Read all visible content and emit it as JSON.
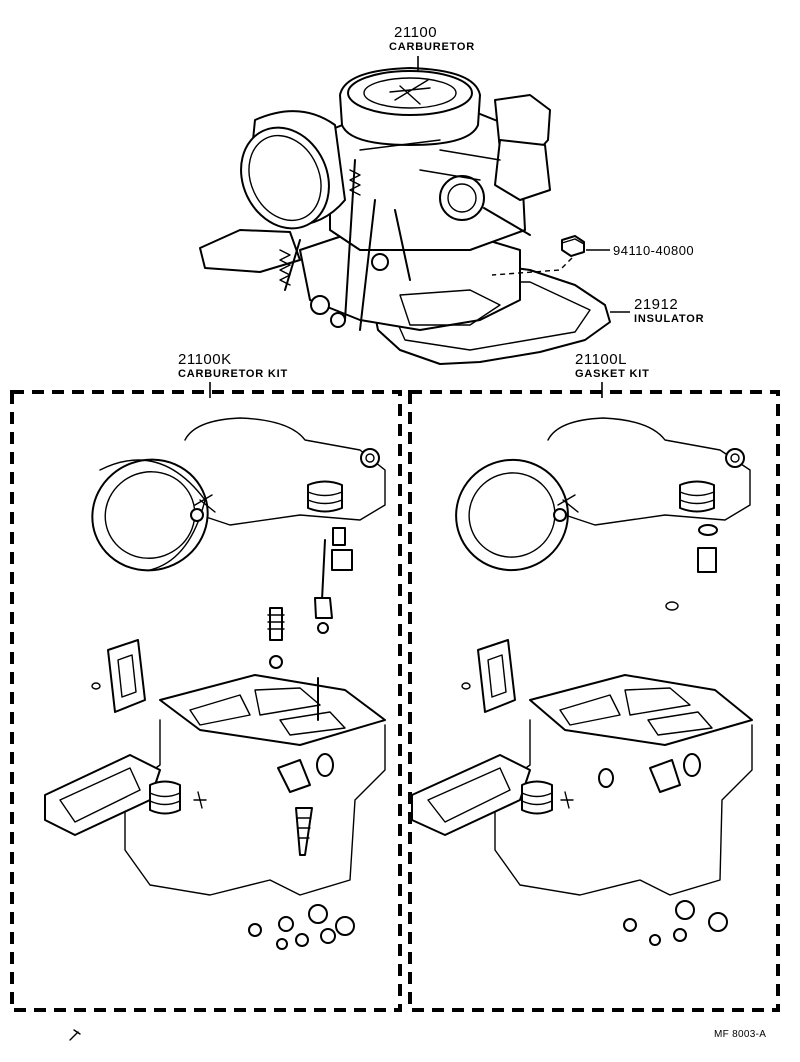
{
  "parts": {
    "carburetor": {
      "number": "21100",
      "name": "CARBURETOR"
    },
    "nut": {
      "number": "94110-40800"
    },
    "insulator": {
      "number": "21912",
      "name": "INSULATOR"
    },
    "carburetor_kit": {
      "number": "21100K",
      "name": "CARBURETOR KIT"
    },
    "gasket_kit": {
      "number": "21100L",
      "name": "GASKET KIT"
    }
  },
  "footer": {
    "code": "MF  8003-A"
  }
}
